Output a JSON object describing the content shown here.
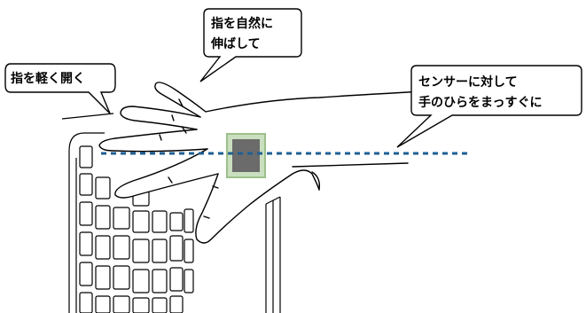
{
  "callouts": {
    "open_fingers": "指を軽く開く",
    "extend_fingers": [
      "指を自然に",
      "伸ばして"
    ],
    "sensor_parallel": [
      "センサーに対して",
      "手のひらをまっすぐに"
    ]
  },
  "colors": {
    "sensor_fill": "#6b6b6b",
    "sensor_border": "#9dc08a",
    "guide_line": "#1f5f95",
    "line": "#000000"
  }
}
